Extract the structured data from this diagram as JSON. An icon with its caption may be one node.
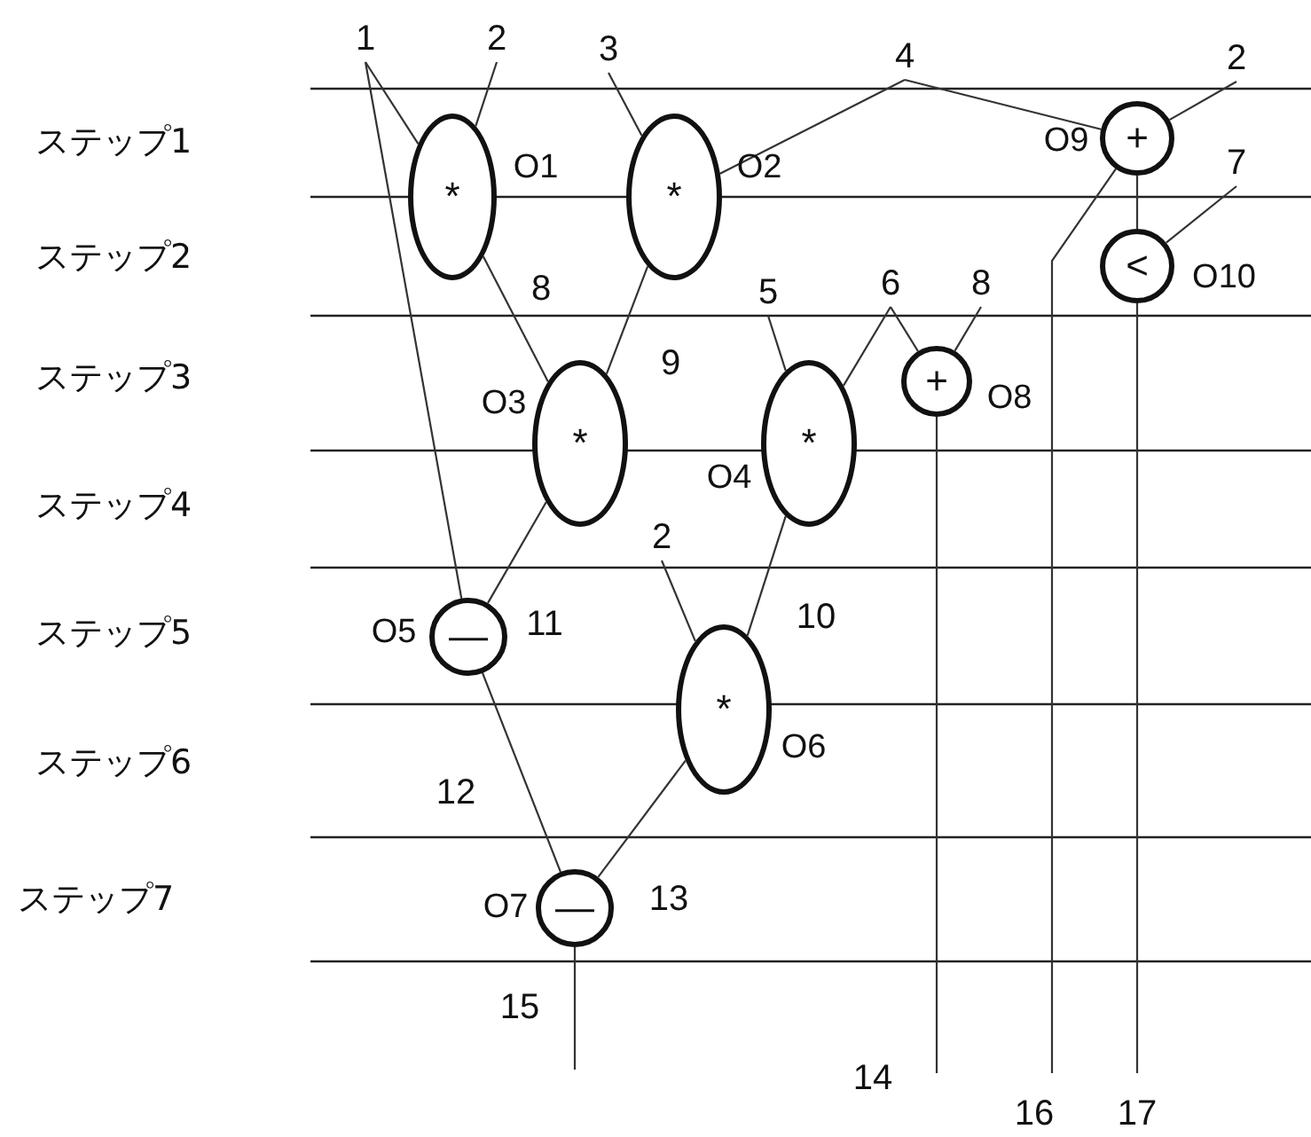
{
  "diagram": {
    "nodes": [
      {
        "text": [
          "1"
        ]
      },
      {
        "text": [
          "2"
        ]
      },
      {
        "text": [
          "3"
        ]
      },
      {
        "text": [
          "4"
        ]
      },
      {
        "text": [
          "2"
        ]
      },
      {
        "text": [
          "*"
        ],
        "beside": [
          "O1"
        ]
      },
      {
        "text": [
          "*"
        ],
        "beside": [
          "O2"
        ]
      },
      {
        "text": [
          "+"
        ],
        "beside": [
          "O9"
        ]
      },
      {
        "text": [
          "7"
        ]
      },
      {
        "text": [
          "<"
        ],
        "beside": [
          "O10"
        ]
      },
      {
        "text": [
          "5"
        ]
      },
      {
        "text": [
          "6"
        ]
      },
      {
        "text": [
          "8"
        ]
      },
      {
        "text": [
          "+"
        ],
        "beside": [
          "O8"
        ]
      },
      {
        "text": [
          "*"
        ],
        "beside": [
          "O3"
        ]
      },
      {
        "text": [
          "*"
        ],
        "beside": [
          "O4"
        ]
      },
      {
        "text": [
          "2"
        ]
      },
      {
        "text": [
          "—"
        ],
        "beside": [
          "O5"
        ]
      },
      {
        "text": [
          "*"
        ],
        "beside": [
          "O6"
        ]
      },
      {
        "text": [
          "—"
        ],
        "beside": [
          "O7"
        ]
      }
    ],
    "edges": [
      {
        "from": 0,
        "to": 5,
        "arrow": "none"
      },
      {
        "from": 1,
        "to": 5,
        "arrow": "none"
      },
      {
        "from": 2,
        "to": 6,
        "arrow": "none"
      },
      {
        "from": 3,
        "to": 6,
        "arrow": "none"
      },
      {
        "from": 3,
        "to": 7,
        "arrow": "none"
      },
      {
        "from": 4,
        "to": 7,
        "arrow": "none"
      },
      {
        "from": 0,
        "to": 17,
        "arrow": "none"
      },
      {
        "from": 5,
        "to": 14,
        "label": "8",
        "arrow": "none"
      },
      {
        "from": 6,
        "to": 14,
        "label": "9",
        "arrow": "none"
      },
      {
        "from": 7,
        "to": 9,
        "arrow": "none"
      },
      {
        "from": 8,
        "to": 9,
        "arrow": "none"
      },
      {
        "from": 7,
        "to": null,
        "label": "16",
        "arrow": "none"
      },
      {
        "from": 9,
        "to": null,
        "label": "17",
        "arrow": "none"
      },
      {
        "from": 10,
        "to": 15,
        "arrow": "none"
      },
      {
        "from": 11,
        "to": 15,
        "arrow": "none"
      },
      {
        "from": 11,
        "to": 13,
        "arrow": "none"
      },
      {
        "from": 12,
        "to": 13,
        "arrow": "none"
      },
      {
        "from": 13,
        "to": null,
        "label": "14",
        "arrow": "none"
      },
      {
        "from": 14,
        "to": 17,
        "label": "11",
        "arrow": "none"
      },
      {
        "from": 16,
        "to": 18,
        "arrow": "none"
      },
      {
        "from": 15,
        "to": 18,
        "label": "10",
        "arrow": "none"
      },
      {
        "from": 17,
        "to": 19,
        "label": "12",
        "arrow": "none"
      },
      {
        "from": 18,
        "to": 19,
        "label": "13",
        "arrow": "none"
      },
      {
        "from": 19,
        "to": null,
        "label": "15",
        "arrow": "none"
      }
    ],
    "labels": [
      "ステップ1",
      "ステップ2",
      "ステップ3",
      "ステップ4",
      "ステップ5",
      "ステップ6",
      "ステップ7"
    ]
  }
}
